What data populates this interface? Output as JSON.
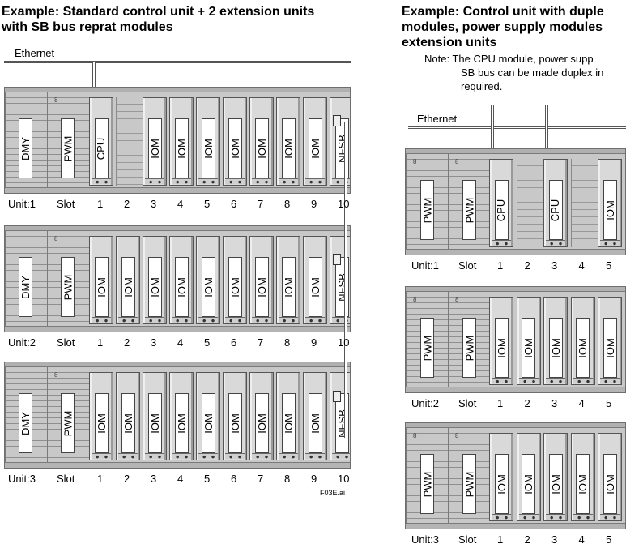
{
  "left": {
    "title_line1": "Example: Standard control unit + 2 extension units",
    "title_line2": "with SB bus reprat modules",
    "ethernet_label": "Ethernet",
    "figure_id": "F03E.ai",
    "slot_label": "Slot",
    "slot_numbers": [
      "1",
      "2",
      "3",
      "4",
      "5",
      "6",
      "7",
      "8",
      "9",
      "10"
    ],
    "units": [
      {
        "unit_label": "Unit:1",
        "ps_labels": [
          "DMY",
          "PWM"
        ],
        "module_labels": [
          "CPU",
          "IOM",
          "IOM",
          "IOM",
          "IOM",
          "IOM",
          "IOM",
          "IOM",
          "NFSB"
        ]
      },
      {
        "unit_label": "Unit:2",
        "ps_labels": [
          "DMY",
          "PWM"
        ],
        "module_labels": [
          "IOM",
          "IOM",
          "IOM",
          "IOM",
          "IOM",
          "IOM",
          "IOM",
          "IOM",
          "IOM",
          "NFSB"
        ]
      },
      {
        "unit_label": "Unit:3",
        "ps_labels": [
          "DMY",
          "PWM"
        ],
        "module_labels": [
          "IOM",
          "IOM",
          "IOM",
          "IOM",
          "IOM",
          "IOM",
          "IOM",
          "IOM",
          "IOM",
          "NFSB"
        ]
      }
    ]
  },
  "right": {
    "title_line1": "Example: Control unit with duple",
    "title_line2": "modules, power supply modules",
    "title_line3": "extension units",
    "note_line1": "Note:  The CPU module, power supp",
    "note_line2": "SB bus can be made duplex in",
    "note_line3": "required.",
    "ethernet_label": "Ethernet",
    "slot_label": "Slot",
    "slot_numbers": [
      "1",
      "2",
      "3",
      "4",
      "5"
    ],
    "units": [
      {
        "unit_label": "Unit:1",
        "ps_labels": [
          "PWM",
          "PWM"
        ],
        "module_labels": [
          "CPU",
          "CPU",
          "IOM"
        ]
      },
      {
        "unit_label": "Unit:2",
        "ps_labels": [
          "PWM",
          "PWM"
        ],
        "module_labels": [
          "IOM",
          "IOM",
          "IOM",
          "IOM",
          "IOM"
        ]
      },
      {
        "unit_label": "Unit:3",
        "ps_labels": [
          "PWM",
          "PWM"
        ],
        "module_labels": [
          "IOM",
          "IOM",
          "IOM",
          "IOM",
          "IOM"
        ]
      }
    ]
  }
}
